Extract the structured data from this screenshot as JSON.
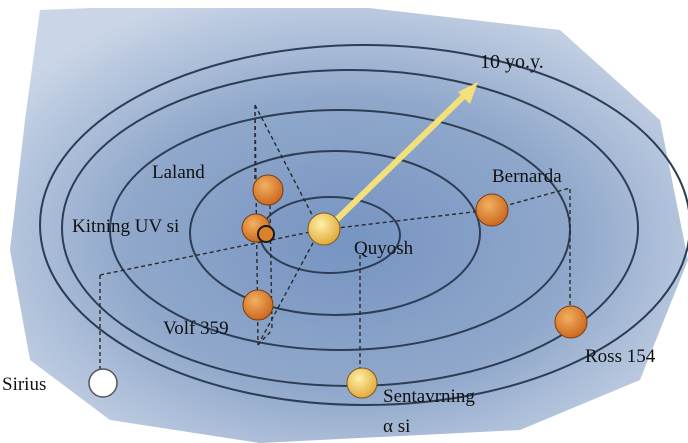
{
  "distance_label": "10 yo.y.",
  "stars": {
    "laland": "Laland",
    "kitning": "Kitning UV si",
    "quyosh": "Quyosh",
    "bernarda": "Bernarda",
    "volf": "Volf 359",
    "ross": "Ross 154",
    "sirius": "Sirius",
    "sentavr_line1": "Sentavrning",
    "sentavr_line2": "α si"
  },
  "colors": {
    "sun": "#e8b84a",
    "star": "#d9822b",
    "white_star": "#ffffff",
    "arrow": "#f3e07a",
    "orbit": "#2a3f5a",
    "background": "#8fa6c9"
  }
}
